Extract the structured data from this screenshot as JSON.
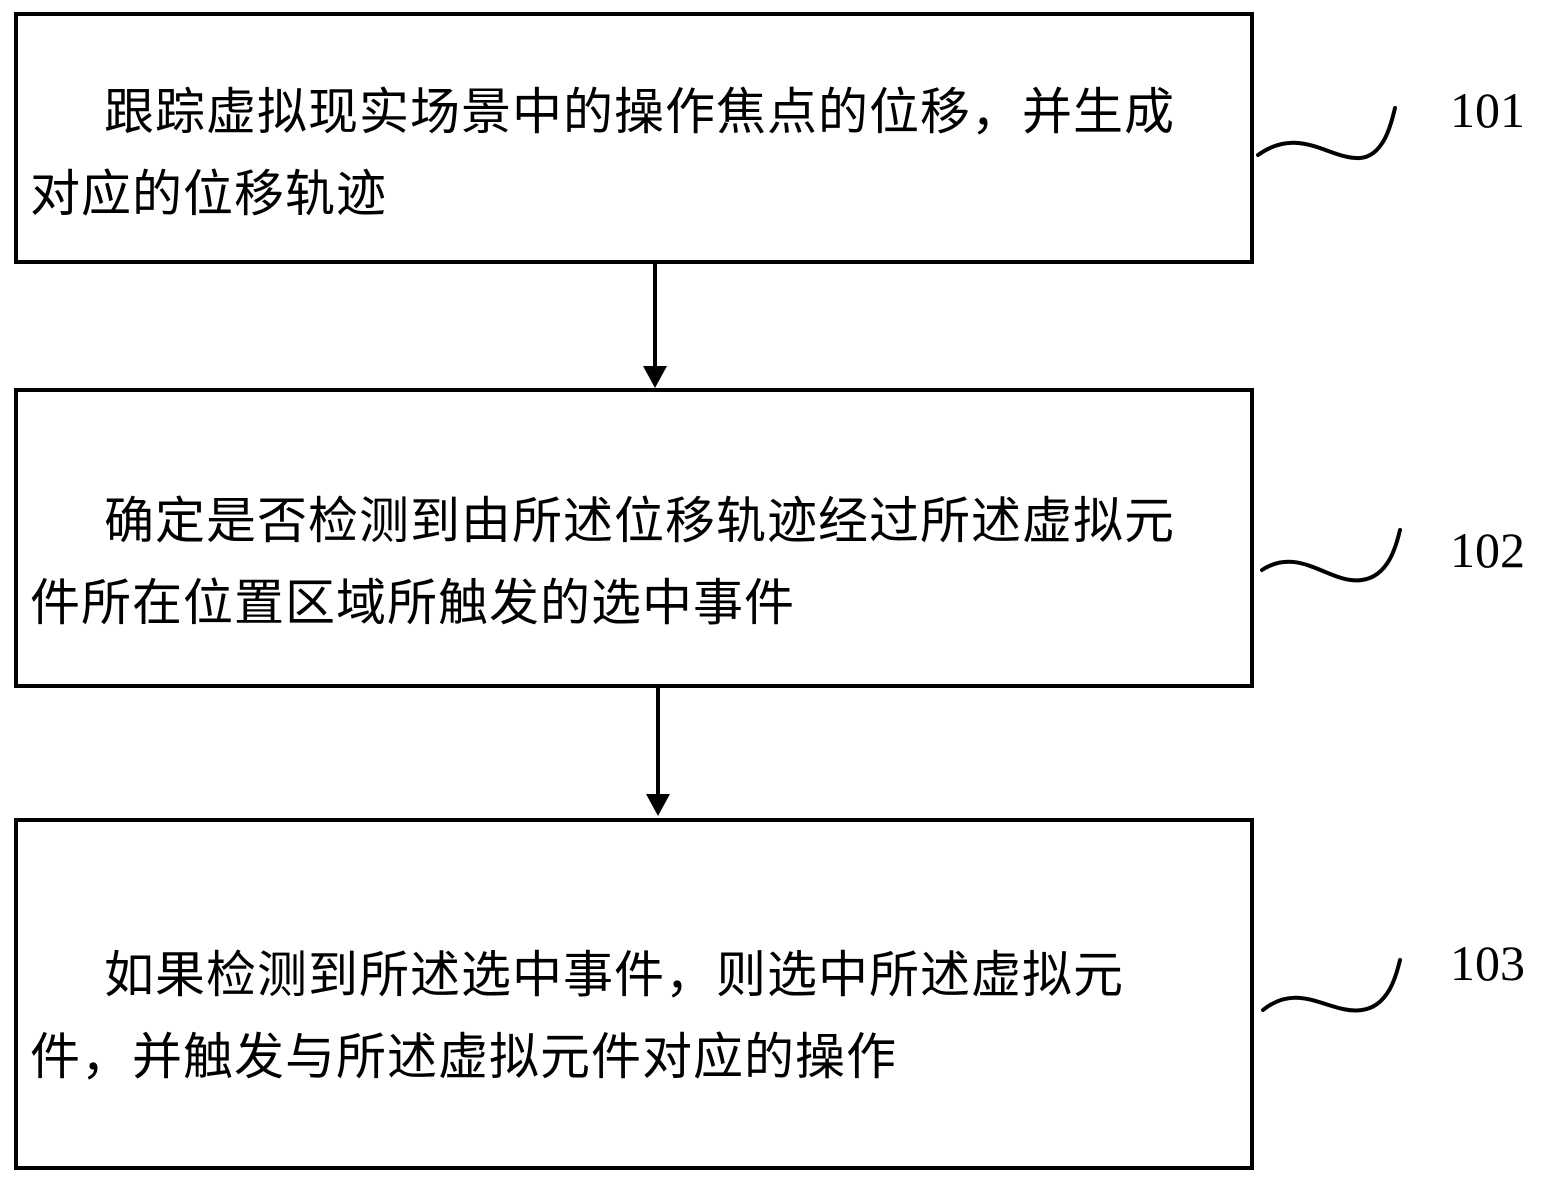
{
  "steps": [
    {
      "id": "101",
      "text": "跟踪虚拟现实场景中的操作焦点的位移，并生成对应的位移轨迹"
    },
    {
      "id": "102",
      "text": "确定是否检测到由所述位移轨迹经过所述虚拟元件所在位置区域所触发的选中事件"
    },
    {
      "id": "103",
      "text": "如果检测到所述选中事件，则选中所述虚拟元件，并触发与所述虚拟元件对应的操作"
    }
  ],
  "colors": {
    "stroke": "#000000",
    "background": "#ffffff"
  }
}
